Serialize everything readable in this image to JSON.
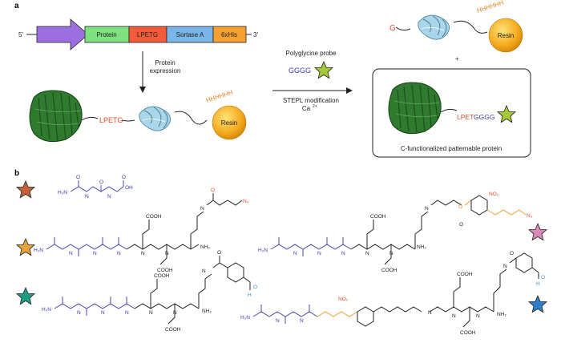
{
  "panel_a": {
    "label": "a",
    "gene": {
      "five_prime": "5′",
      "three_prime": "3′",
      "segments": [
        "Protein",
        "LPETG",
        "Sortase A",
        "6xHis"
      ],
      "colors": {
        "promoter": "#9b6fe0",
        "protein": "#7fe07f",
        "lpetg": "#f25c3a",
        "sortase": "#7ab6e8",
        "his": "#f5a030"
      }
    },
    "expression_label_1": "Protein",
    "expression_label_2": "expression",
    "lpetg_tag": "LPETG",
    "his_tag": "HHHHHH",
    "resin": "Resin",
    "probe_label": "Polyglycine probe",
    "probe_seq": "GGGG",
    "reaction_label_1": "STEPL modification",
    "reaction_label_2": "Ca",
    "reaction_label_2_sup": "2+",
    "product_g": "G",
    "product_his": "HHHHHH",
    "product_resin": "Resin",
    "plus": "+",
    "product_tag_lpet": "LPET",
    "product_tag_gggg": "GGGG",
    "product_caption": "C-functionalized patternable protein"
  },
  "panel_b": {
    "label": "b",
    "star_colors": [
      "#c8603a",
      "#e8a33a",
      "#1e9e82",
      "#d889b8",
      "#2f7fc8"
    ],
    "atoms": {
      "h2n": "H₂N",
      "n": "N",
      "h": "H",
      "o": "O",
      "oh": "OH",
      "cooh": "COOH",
      "nh2": "NH₂",
      "n3": "N₃",
      "no2": "NO₂"
    }
  }
}
